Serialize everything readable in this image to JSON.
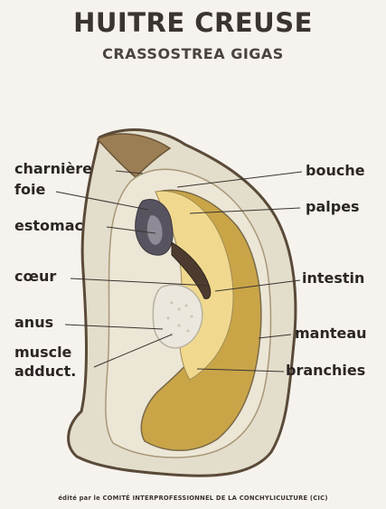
{
  "header": {
    "title": "HUITRE CREUSE",
    "subtitle": "CRASSOSTREA GIGAS"
  },
  "labels": {
    "charniere": "charnière",
    "foie": "foie",
    "estomac": "estomac",
    "coeur": "cœur",
    "anus": "anus",
    "muscle": "muscle",
    "adduct": "adduct.",
    "bouche": "bouche",
    "palpes": "palpes",
    "intestin": "intestin",
    "manteau": "manteau",
    "branchies": "branchies"
  },
  "footer": {
    "credit": "édité par le COMITÉ INTERPROFESSIONNEL DE LA CONCHYLICULTURE (CIC)"
  },
  "colors": {
    "background": "#f6f3ee",
    "shell_outline": "#5a4a38",
    "shell_fill": "#e7e2d2",
    "gills": "#c9a647",
    "body": "#efd68c",
    "liver": "#5a5663",
    "muscle": "#e9e6db",
    "text": "#2b2624"
  }
}
